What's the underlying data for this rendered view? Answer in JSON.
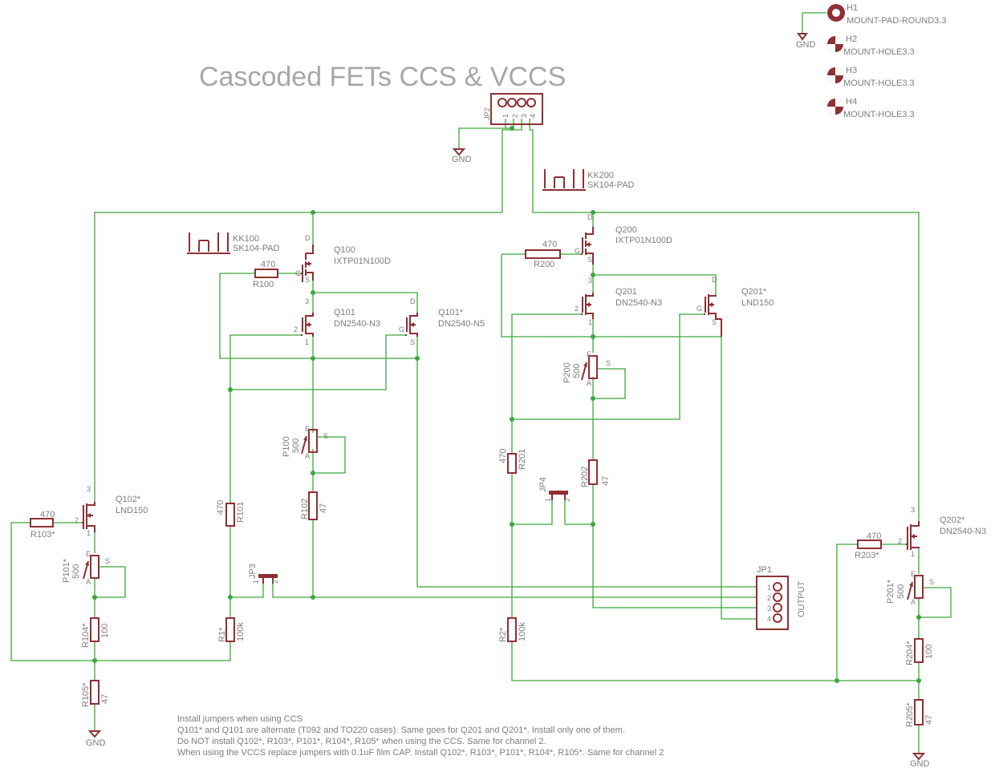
{
  "title": "Cascoded FETs CCS & VCCS",
  "colors": {
    "wire": "#3ca83c",
    "component": "#8f2f33",
    "text": "#7d7d7d",
    "title": "#a7a7a7",
    "background": "#ffffff"
  },
  "parts": {
    "H1": {
      "name": "H1",
      "value": "MOUNT-PAD-ROUND3.3"
    },
    "H2": {
      "name": "H2",
      "value": "MOUNT-HOLE3.3"
    },
    "H3": {
      "name": "H3",
      "value": "MOUNT-HOLE3.3"
    },
    "H4": {
      "name": "H4",
      "value": "MOUNT-HOLE3.3"
    },
    "JP1": {
      "name": "JP1",
      "value": "OUTPUT",
      "pins": [
        "1",
        "2",
        "3",
        "4"
      ]
    },
    "JP2": {
      "name": "JP2",
      "pins": [
        "1",
        "2",
        "3",
        "4"
      ]
    },
    "JP3": {
      "name": "JP3",
      "pins": [
        "1",
        "2"
      ]
    },
    "JP4": {
      "name": "JP4",
      "pins": [
        "1",
        "2"
      ]
    },
    "KK100": {
      "name": "KK100",
      "value": "SK104-PAD"
    },
    "KK200": {
      "name": "KK200",
      "value": "SK104-PAD"
    },
    "Q100": {
      "name": "Q100",
      "value": "IXTP01N100D",
      "pins": [
        "D",
        "G",
        "S"
      ]
    },
    "Q101": {
      "name": "Q101",
      "value": "DN2540-N3",
      "pins": [
        "3",
        "2",
        "1"
      ]
    },
    "Q101s": {
      "name": "Q101*",
      "value": "DN2540-N5",
      "pins": [
        "D",
        "G",
        "S"
      ]
    },
    "Q102": {
      "name": "Q102*",
      "value": "LND150",
      "pins": [
        "3",
        "2",
        "1"
      ]
    },
    "Q200": {
      "name": "Q200",
      "value": "IXTP01N100D",
      "pins": [
        "D",
        "G",
        "S"
      ]
    },
    "Q201": {
      "name": "Q201",
      "value": "DN2540-N3",
      "pins": [
        "3",
        "2",
        "1"
      ]
    },
    "Q201s": {
      "name": "Q201*",
      "value": "LND150",
      "pins": [
        "D",
        "G",
        "S"
      ]
    },
    "Q202": {
      "name": "Q202*",
      "value": "DN2540-N3",
      "pins": [
        "3",
        "2",
        "1"
      ]
    },
    "R100": {
      "name": "R100",
      "value": "470"
    },
    "R101": {
      "name": "R101",
      "value": "470"
    },
    "R102": {
      "name": "R102",
      "value": "47"
    },
    "R103": {
      "name": "R103*",
      "value": "470"
    },
    "R104": {
      "name": "R104*",
      "value": "100"
    },
    "R105": {
      "name": "R105*",
      "value": "47"
    },
    "R1": {
      "name": "R1*",
      "value": "100k"
    },
    "R200": {
      "name": "R200",
      "value": "470"
    },
    "R201": {
      "name": "R201",
      "value": "470"
    },
    "R202": {
      "name": "R202",
      "value": "47"
    },
    "R203": {
      "name": "R203*",
      "value": "470"
    },
    "R204": {
      "name": "R204*",
      "value": "100"
    },
    "R205": {
      "name": "R205*",
      "value": "47"
    },
    "R2": {
      "name": "R2*",
      "value": "100k"
    },
    "P100": {
      "name": "P100",
      "value": "500",
      "pins": [
        "E",
        "S",
        "A"
      ]
    },
    "P101": {
      "name": "P101*",
      "value": "500",
      "pins": [
        "E",
        "S",
        "A"
      ]
    },
    "P200": {
      "name": "P200",
      "value": "500",
      "pins": [
        "E",
        "S",
        "A"
      ]
    },
    "P201": {
      "name": "P201*",
      "value": "500",
      "pins": [
        "E",
        "S",
        "A"
      ]
    }
  },
  "gnd_label": "GND",
  "notes": [
    "Install jumpers when using CCS",
    "Q101* and Q101 are alternate (T092 and TO220 cases). Same goes for Q201 and Q201*. Install only one of them.",
    "Do NOT install Q102*, R103*, P101*, R104*, R105* when using the CCS. Same for channel 2.",
    "When using the VCCS replace jumpers with 0.1uF film CAP. Install Q102*, R103*, P101*, R104*, R105*. Same for channel 2"
  ]
}
